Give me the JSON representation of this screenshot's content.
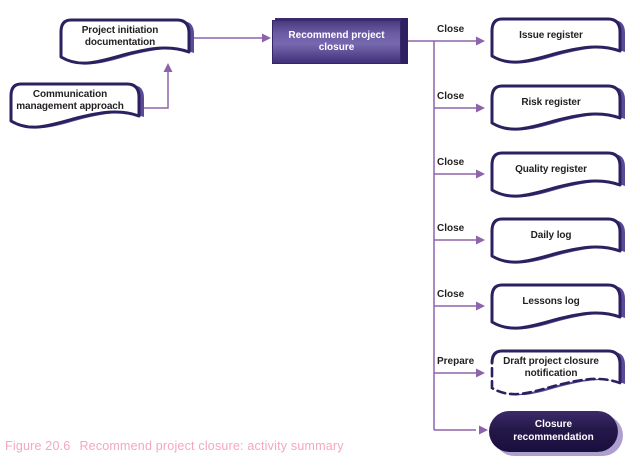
{
  "figure": {
    "caption_label": "Figure 20.6",
    "caption_text": "Recommend project closure: activity summary"
  },
  "diagram": {
    "inputs": [
      {
        "label": "Project initiation documentation"
      },
      {
        "label": "Communication management approach"
      }
    ],
    "activity": {
      "label": "Recommend project closure"
    },
    "branches": [
      {
        "action": "Close",
        "target": "Issue register"
      },
      {
        "action": "Close",
        "target": "Risk register"
      },
      {
        "action": "Close",
        "target": "Quality register"
      },
      {
        "action": "Close",
        "target": "Daily log"
      },
      {
        "action": "Close",
        "target": "Lessons log"
      },
      {
        "action": "Prepare",
        "target": "Draft project closure notification"
      }
    ],
    "output": {
      "label": "Closure recommendation"
    }
  },
  "colors": {
    "connector_purple": "#8d63ab",
    "border_dark": "#2d2060",
    "shadow_purple": "#5a4b94",
    "activity_fill": "#6c5ca6",
    "output_fill": "#1d1240",
    "caption_pink": "#f4a8bc",
    "label_dark": "#231f20"
  }
}
